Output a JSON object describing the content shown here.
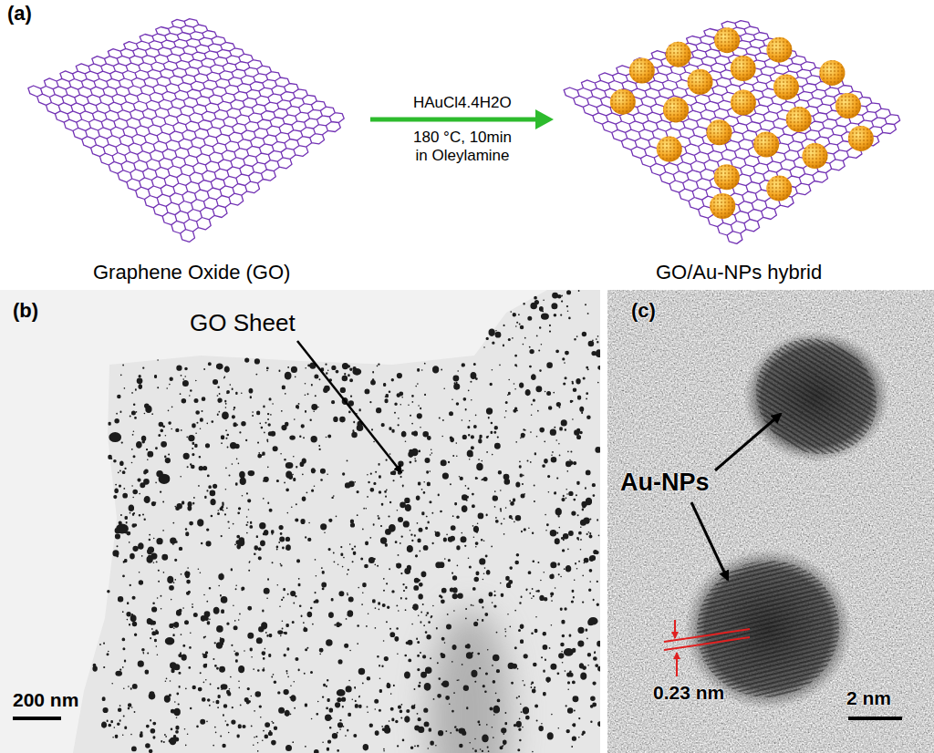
{
  "diagram": {
    "nodes": [
      {
        "text": [
          "Graphene Oxide (GO)"
        ]
      },
      {
        "text": [
          "GO/Au-NPs hybrid"
        ]
      },
      {
        "text": [
          "(b)",
          "GO Sheet",
          "200 nm"
        ]
      },
      {
        "text": [
          "(c)",
          "Au-NPs",
          "0.23 nm",
          "2 nm"
        ]
      }
    ],
    "edges": [
      {
        "from": 0,
        "to": 1,
        "arrow": "to",
        "label": "HAuCl4.4H2O"
      }
    ],
    "labels": [
      "(a)",
      "180 °C, 10min in Oleylamine"
    ]
  }
}
